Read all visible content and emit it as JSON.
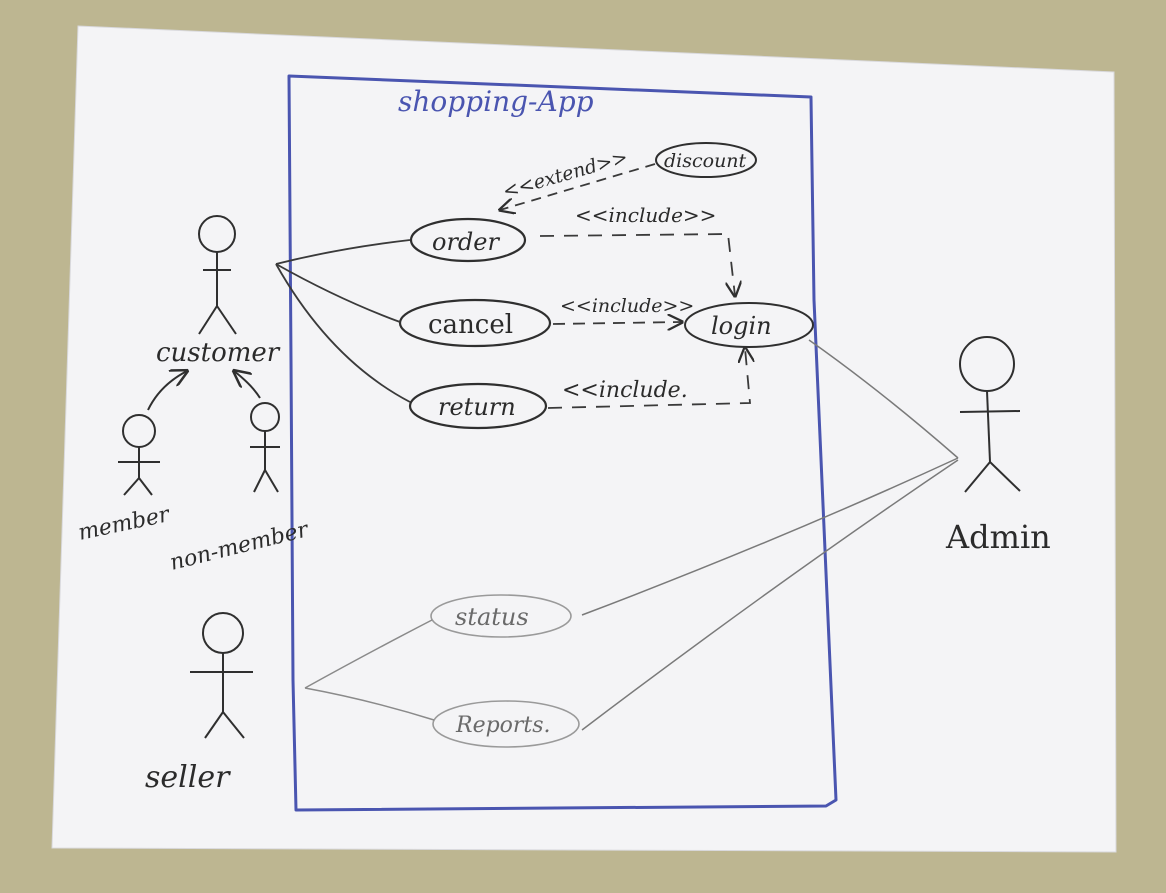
{
  "colors": {
    "table": "#bdb691",
    "paper": "#f4f4f6",
    "ink": "#2f2f2f",
    "faint_ink": "#7a7a7a",
    "boundary": "#4a55b0"
  },
  "diagram": {
    "system_name": "shopping-App",
    "actors": {
      "customer": "customer",
      "member": "member",
      "non_member": "non-member",
      "seller": "seller",
      "admin": "Admin"
    },
    "use_cases": {
      "order": "order",
      "cancel": "cancel",
      "return": "return",
      "login": "login",
      "discount": "discount",
      "status": "status",
      "reports": "Reports."
    },
    "relations": {
      "extend": "<<extend>>",
      "include_order": "<<include>>",
      "include_cancel": "<<include>>",
      "include_return": "<<include."
    }
  }
}
